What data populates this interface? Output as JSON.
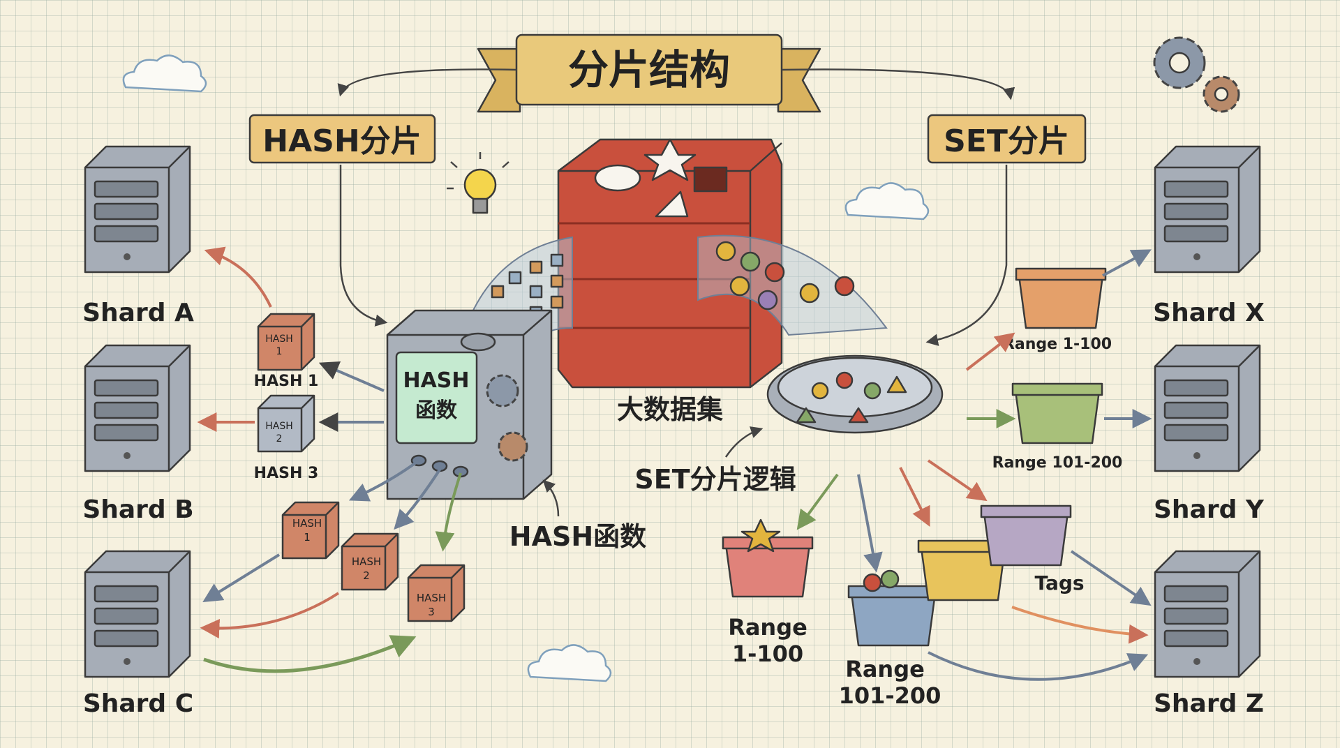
{
  "title": "分片结构",
  "left_heading": "HASH分片",
  "right_heading": "SET分片",
  "center": {
    "dataset_label": "大数据集",
    "hash_machine_label_1": "HASH",
    "hash_machine_label_2": "函数",
    "hash_function_label": "HASH函数",
    "set_logic_label": "SET分片逻辑"
  },
  "left_shards": [
    "Shard A",
    "Shard B",
    "Shard C"
  ],
  "right_shards": [
    "Shard X",
    "Shard Y",
    "Shard Z"
  ],
  "hash_labels": {
    "hash_1": "HASH 1",
    "hash_3": "HASH 3",
    "cube_text": "HASH",
    "n1": "1",
    "n2": "2",
    "n3": "3"
  },
  "range_labels": {
    "r1": "Range 1-100",
    "r2": "Range 101-200",
    "r3_line1": "Range",
    "r3_line2": "1-100",
    "r4_line1": "Range",
    "r4_line2": "101-200",
    "tags": "Tags"
  },
  "colors": {
    "accent_red": "#c9503d",
    "banner": "#e9c97b",
    "server": "#9aa1aa",
    "hash_box": "#c8765a"
  }
}
